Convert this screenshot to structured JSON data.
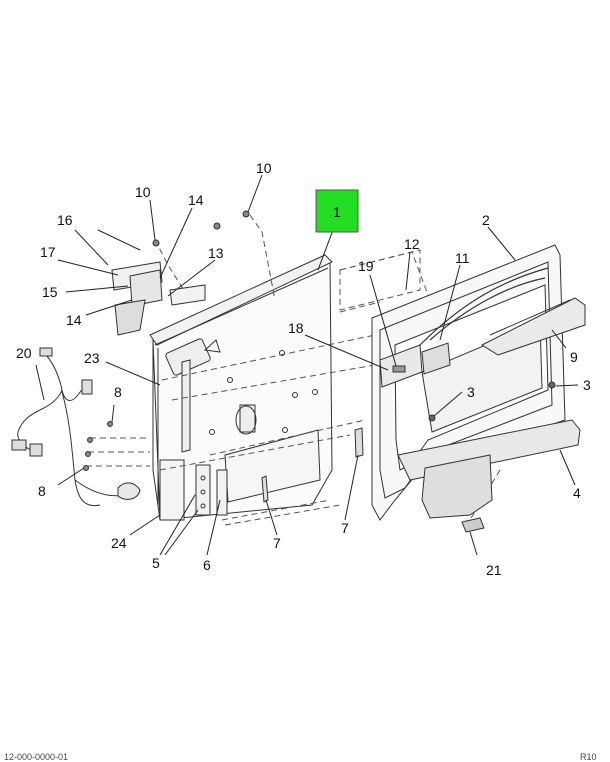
{
  "diagram": {
    "highlight_color": "#22dd22",
    "callouts": [
      {
        "id": "callout-1",
        "label": "1",
        "highlighted": true
      },
      {
        "id": "callout-2",
        "label": "2"
      },
      {
        "id": "callout-3-a",
        "label": "3"
      },
      {
        "id": "callout-3-b",
        "label": "3"
      },
      {
        "id": "callout-4",
        "label": "4"
      },
      {
        "id": "callout-5",
        "label": "5"
      },
      {
        "id": "callout-6",
        "label": "6"
      },
      {
        "id": "callout-7-a",
        "label": "7"
      },
      {
        "id": "callout-7-b",
        "label": "7"
      },
      {
        "id": "callout-8-a",
        "label": "8"
      },
      {
        "id": "callout-8-b",
        "label": "8"
      },
      {
        "id": "callout-9",
        "label": "9"
      },
      {
        "id": "callout-10-a",
        "label": "10"
      },
      {
        "id": "callout-10-b",
        "label": "10"
      },
      {
        "id": "callout-11",
        "label": "11"
      },
      {
        "id": "callout-12",
        "label": "12"
      },
      {
        "id": "callout-13",
        "label": "13"
      },
      {
        "id": "callout-14-a",
        "label": "14"
      },
      {
        "id": "callout-14-b",
        "label": "14"
      },
      {
        "id": "callout-15",
        "label": "15"
      },
      {
        "id": "callout-16",
        "label": "16"
      },
      {
        "id": "callout-17",
        "label": "17"
      },
      {
        "id": "callout-18",
        "label": "18"
      },
      {
        "id": "callout-19",
        "label": "19"
      },
      {
        "id": "callout-20",
        "label": "20"
      },
      {
        "id": "callout-21",
        "label": "21"
      },
      {
        "id": "callout-23",
        "label": "23"
      },
      {
        "id": "callout-24",
        "label": "24"
      }
    ]
  },
  "footer": {
    "left": "12-000-0000-01",
    "right": "R10"
  }
}
